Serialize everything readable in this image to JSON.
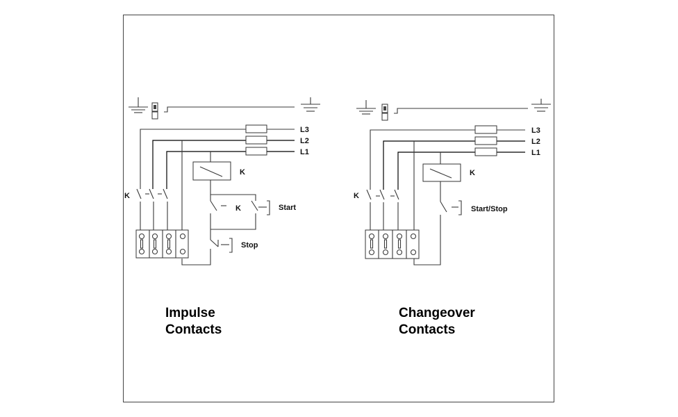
{
  "left": {
    "lines": [
      "L3",
      "L2",
      "L1"
    ],
    "contactor_label": "K",
    "k_label": "K",
    "start_label": "Start",
    "start_k_label": "K",
    "stop_label": "Stop",
    "caption_line1": "Impulse",
    "caption_line2": "Contacts"
  },
  "right": {
    "lines": [
      "L3",
      "L2",
      "L1"
    ],
    "contactor_label": "K",
    "k_label": "K",
    "switch_label": "Start/Stop",
    "caption_line1": "Changeover",
    "caption_line2": "Contacts"
  }
}
